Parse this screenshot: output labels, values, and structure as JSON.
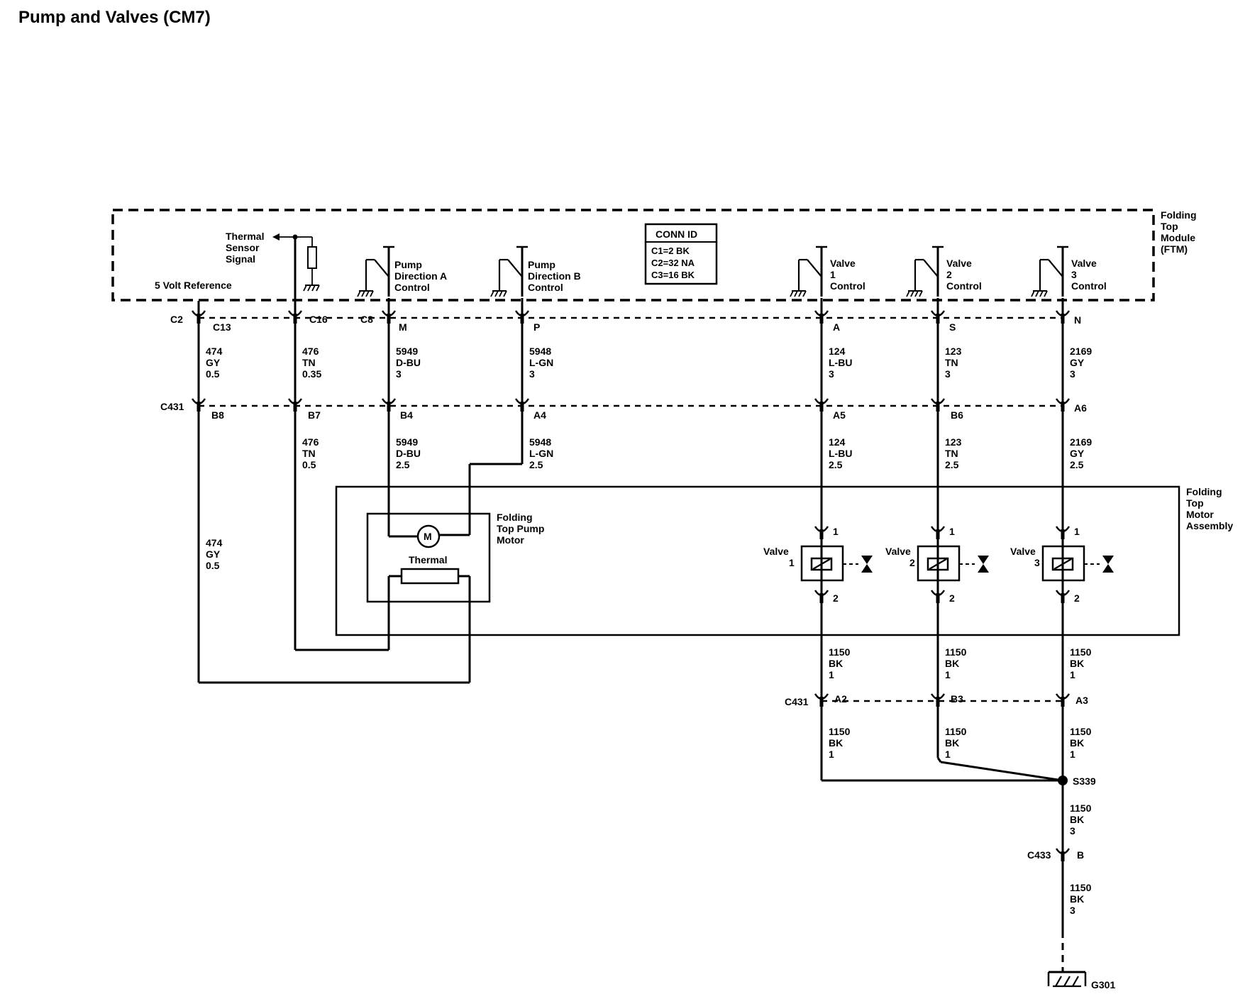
{
  "title": "Pump and Valves (CM7)",
  "module": {
    "line1": "Folding",
    "line2": "Top",
    "line3": "Module",
    "line4": "(FTM)"
  },
  "conn_id": {
    "header": "CONN ID",
    "line1": "C1=2 BK",
    "line2": "C2=32 NA",
    "line3": "C3=16 BK"
  },
  "internal": {
    "thermal_sensor": [
      "Thermal",
      "Sensor",
      "Signal"
    ],
    "five_volt": "5 Volt Reference",
    "pump_a": [
      "Pump",
      "Direction A",
      "Control"
    ],
    "pump_b": [
      "Pump",
      "Direction B",
      "Control"
    ],
    "valve1": [
      "Valve",
      "1",
      "Control"
    ],
    "valve2": [
      "Valve",
      "2",
      "Control"
    ],
    "valve3": [
      "Valve",
      "3",
      "Control"
    ]
  },
  "ftm_pins": {
    "c2": "C2",
    "c13": "C13",
    "c16": "C16",
    "c8": "C8",
    "m": "M",
    "p": "P",
    "a": "A",
    "s": "S",
    "n": "N"
  },
  "wires_upper": [
    [
      "474",
      "GY",
      "0.5"
    ],
    [
      "476",
      "TN",
      "0.35"
    ],
    [
      "5949",
      "D-BU",
      "3"
    ],
    [
      "5948",
      "L-GN",
      "3"
    ],
    [
      "124",
      "L-BU",
      "3"
    ],
    [
      "123",
      "TN",
      "3"
    ],
    [
      "2169",
      "GY",
      "3"
    ]
  ],
  "c431_upper": {
    "id": "C431",
    "pins": [
      "B8",
      "B7",
      "B4",
      "A4",
      "A5",
      "B6",
      "A6"
    ]
  },
  "wires_lower": [
    [
      "474",
      "GY",
      "0.5"
    ],
    [
      "476",
      "TN",
      "0.5"
    ],
    [
      "5949",
      "D-BU",
      "2.5"
    ],
    [
      "5948",
      "L-GN",
      "2.5"
    ],
    [
      "124",
      "L-BU",
      "2.5"
    ],
    [
      "123",
      "TN",
      "2.5"
    ],
    [
      "2169",
      "GY",
      "2.5"
    ]
  ],
  "motor_assembly": {
    "line1": "Folding",
    "line2": "Top",
    "line3": "Motor",
    "line4": "Assembly"
  },
  "pump_motor": {
    "line1": "Folding",
    "line2": "Top Pump",
    "line3": "Motor",
    "motor_symbol": "M",
    "thermal": "Thermal"
  },
  "valves": [
    {
      "label": "Valve",
      "num": "1",
      "pin_top": "1",
      "pin_bottom": "2"
    },
    {
      "label": "Valve",
      "num": "2",
      "pin_top": "1",
      "pin_bottom": "2"
    },
    {
      "label": "Valve",
      "num": "3",
      "pin_top": "1",
      "pin_bottom": "2"
    }
  ],
  "ground_wires_upper": [
    [
      "1150",
      "BK",
      "1"
    ],
    [
      "1150",
      "BK",
      "1"
    ],
    [
      "1150",
      "BK",
      "1"
    ]
  ],
  "c431_lower": {
    "id": "C431",
    "pins": [
      "A2",
      "B3",
      "A3"
    ]
  },
  "ground_wires_lower": [
    [
      "1150",
      "BK",
      "1"
    ],
    [
      "1150",
      "BK",
      "1"
    ],
    [
      "1150",
      "BK",
      "1"
    ]
  ],
  "splice": "S339",
  "ground_wire_mid": [
    "1150",
    "BK",
    "3"
  ],
  "c433": {
    "id": "C433",
    "pin": "B"
  },
  "ground_wire_end": [
    "1150",
    "BK",
    "3"
  ],
  "ground": "G301",
  "colors": {
    "line": "#000000",
    "background": "#ffffff"
  },
  "icons": [
    "ground-icon",
    "switch-icon",
    "resistor-icon",
    "motor-icon",
    "solenoid-icon",
    "diode-icon",
    "splice-icon"
  ]
}
